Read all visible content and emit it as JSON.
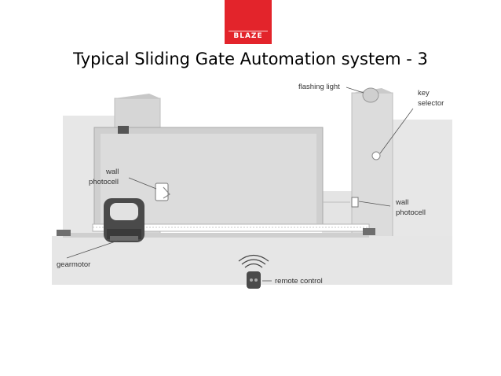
{
  "logo": {
    "text": "BLAZE"
  },
  "title": "Typical Sliding Gate Automation system - 3",
  "labels": {
    "flashing_light": "flashing light",
    "key_selector_1": "key",
    "key_selector_2": "selector",
    "wall_photocell_left_1": "wall",
    "wall_photocell_left_2": "photocell",
    "wall_photocell_right_1": "wall",
    "wall_photocell_right_2": "photocell",
    "gearmotor": "gearmotor",
    "remote_control": "remote control"
  },
  "colors": {
    "brand": "#e3242b"
  }
}
